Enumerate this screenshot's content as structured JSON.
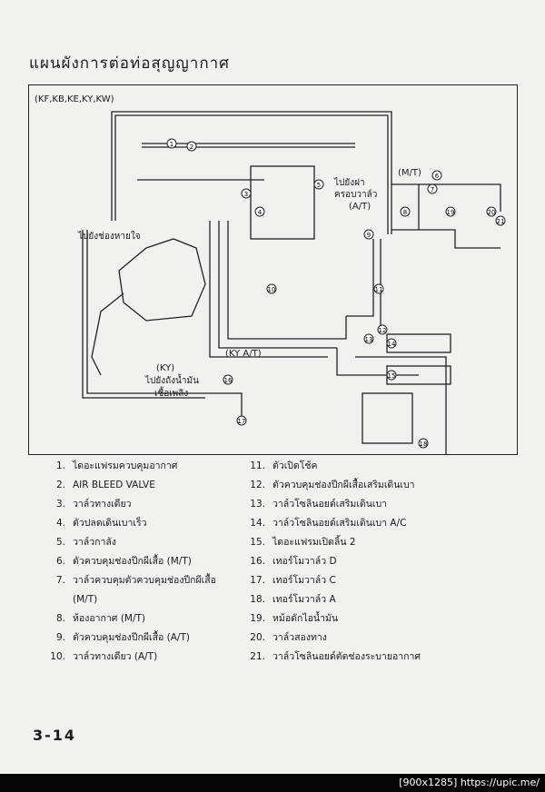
{
  "page": {
    "title": "แผนผังการต่อท่อสุญญากาศ",
    "page_number": "3-14",
    "footer_text": "[900x1285] https://upic.me/"
  },
  "diagram": {
    "models": "(KF,KB,KE,KY,KW)",
    "labels": {
      "intake": "ไปยังช่องหายใจ",
      "to_valve_cover_1": "ไปยังฝา",
      "to_valve_cover_2": "ครอบวาล์ว",
      "mt": "(M/T)",
      "at": "(A/T)",
      "ky_at": "(KY A/T)",
      "ky": "(KY)",
      "to_fuel_tank_1": "ไปยังถังน้ำมัน",
      "to_fuel_tank_2": "เชื้อเพลิง"
    },
    "callouts": [
      "1",
      "2",
      "3",
      "4",
      "5",
      "6",
      "7",
      "8",
      "9",
      "10",
      "11",
      "12",
      "13",
      "14",
      "15",
      "16",
      "17",
      "18",
      "19",
      "20",
      "21"
    ]
  },
  "legend": [
    {
      "num": "1.",
      "text": "ไดอะแฟรมควบคุมอากาศ"
    },
    {
      "num": "2.",
      "text": "AIR BLEED VALVE"
    },
    {
      "num": "3.",
      "text": "วาล์วทางเดียว"
    },
    {
      "num": "4.",
      "text": "ตัวปลดเดินเบาเร็ว"
    },
    {
      "num": "5.",
      "text": "วาล์วกาลัง"
    },
    {
      "num": "6.",
      "text": "ตัวควบคุมช่องปีกผีเสื้อ (M/T)"
    },
    {
      "num": "7.",
      "text": "วาล์วควบคุมตัวควบคุมช่องปีกผีเสื้อ"
    },
    {
      "num": "",
      "text": "(M/T)"
    },
    {
      "num": "8.",
      "text": "ห้องอากาศ (M/T)"
    },
    {
      "num": "9.",
      "text": "ตัวควบคุมช่องปีกผีเสื้อ (A/T)"
    },
    {
      "num": "10.",
      "text": "วาล์วทางเดียว (A/T)"
    },
    {
      "num": "11.",
      "text": "ตัวเปิดโช้ค"
    },
    {
      "num": "12.",
      "text": "ตัวควบคุมช่องปีกผีเสื้อเสริมเดินเบา"
    },
    {
      "num": "13.",
      "text": "วาล์วโซลินอยด์เสริมเดินเบา"
    },
    {
      "num": "14.",
      "text": "วาล์วโซลินอยด์เสริมเดินเบา A/C"
    },
    {
      "num": "15.",
      "text": "ไดอะแฟรมเปิดลิ้น 2"
    },
    {
      "num": "16.",
      "text": "เทอร์โมวาล์ว D"
    },
    {
      "num": "17.",
      "text": "เทอร์โมวาล์ว C"
    },
    {
      "num": "18.",
      "text": "เทอร์โมวาล์ว A"
    },
    {
      "num": "19.",
      "text": "หม้อดักไอน้ำมัน"
    },
    {
      "num": "20.",
      "text": "วาล์วสองทาง"
    },
    {
      "num": "21.",
      "text": "วาล์วโซลินอยด์ตัดช่องระบายอากาศ"
    }
  ]
}
